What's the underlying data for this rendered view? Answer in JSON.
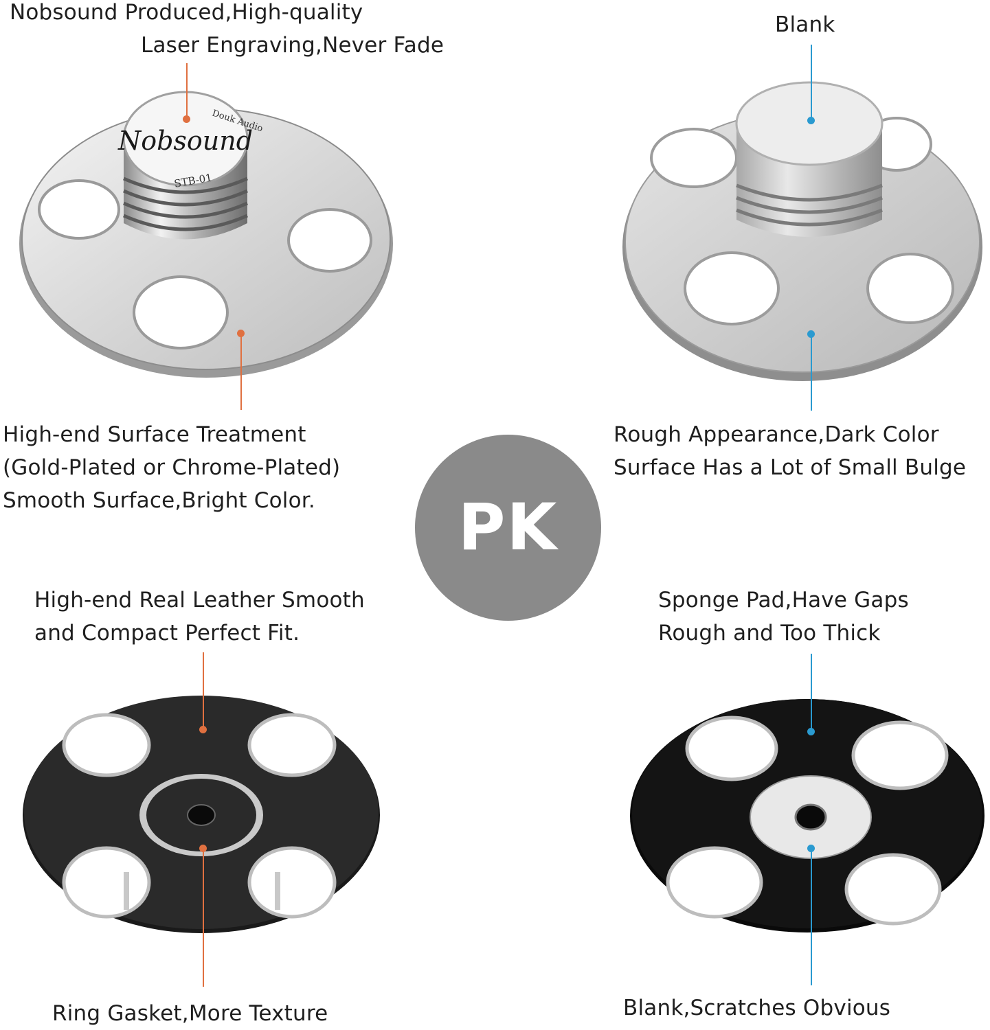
{
  "center_badge": "PK",
  "quadrants": {
    "top_left": {
      "top_label": [
        "Nobsound Produced,High-quality",
        "Laser Engraving,Never Fade"
      ],
      "bottom_label": [
        "High-end Surface Treatment",
        "(Gold-Plated or Chrome-Plated)",
        "Smooth Surface,Bright Color."
      ],
      "engraving": {
        "brand": "Nobsound",
        "maker": "Douk Audio",
        "model": "STB-01"
      }
    },
    "top_right": {
      "top_label": [
        "Blank"
      ],
      "bottom_label": [
        "Rough Appearance,Dark Color",
        "Surface Has a Lot of Small Bulge"
      ]
    },
    "bottom_left": {
      "top_label": [
        "High-end Real Leather Smooth",
        "and Compact Perfect Fit."
      ],
      "bottom_label": [
        "Ring Gasket,More Texture"
      ]
    },
    "bottom_right": {
      "top_label": [
        "Sponge Pad,Have Gaps",
        "Rough and Too Thick"
      ],
      "bottom_label": [
        "Blank,Scratches Obvious"
      ]
    }
  },
  "colors": {
    "accent_left": "#e07040",
    "accent_right": "#2a9ad0",
    "badge": "#8a8a8a"
  }
}
